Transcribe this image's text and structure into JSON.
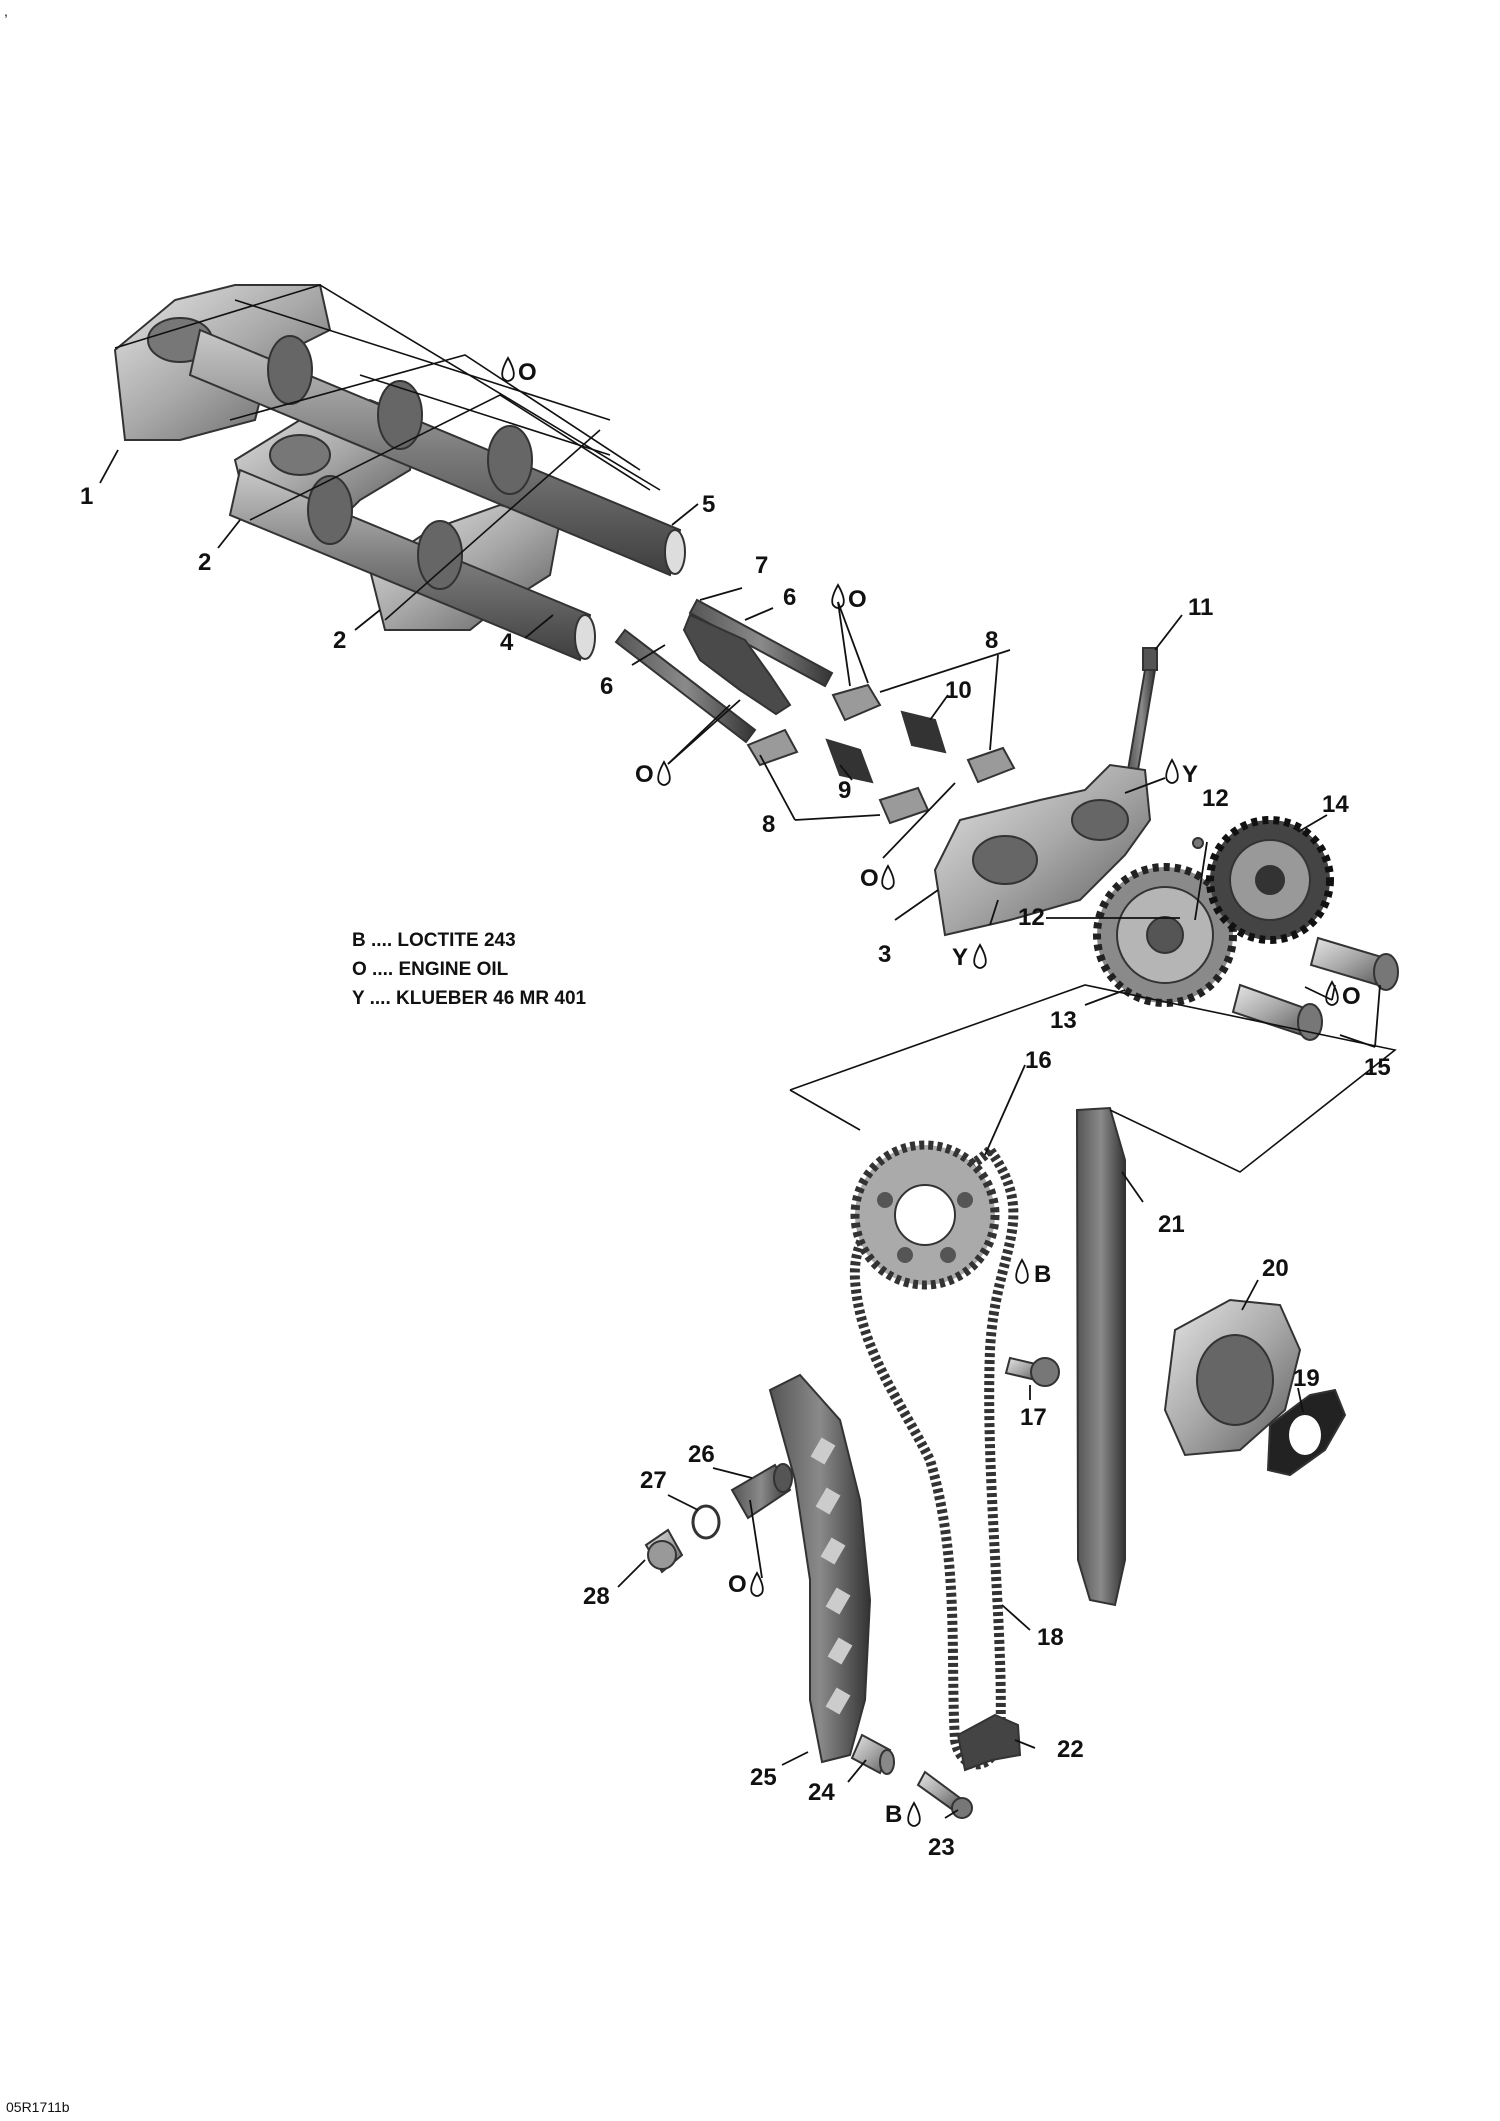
{
  "legend": [
    {
      "code": "B",
      "text": "LOCTITE 243"
    },
    {
      "code": "O",
      "text": "ENGINE OIL"
    },
    {
      "code": "Y",
      "text": "KLUEBER 46 MR 401"
    }
  ],
  "diagram_code": "05R1711b",
  "corner_mark": ",",
  "callouts": [
    {
      "id": "c1",
      "label": "1"
    },
    {
      "id": "c2a",
      "label": "2"
    },
    {
      "id": "c2b",
      "label": "2"
    },
    {
      "id": "c3",
      "label": "3"
    },
    {
      "id": "c4",
      "label": "4"
    },
    {
      "id": "c5",
      "label": "5"
    },
    {
      "id": "c6a",
      "label": "6"
    },
    {
      "id": "c6b",
      "label": "6"
    },
    {
      "id": "c7",
      "label": "7"
    },
    {
      "id": "c8a",
      "label": "8"
    },
    {
      "id": "c8b",
      "label": "8"
    },
    {
      "id": "c9",
      "label": "9"
    },
    {
      "id": "c10",
      "label": "10"
    },
    {
      "id": "c11",
      "label": "11"
    },
    {
      "id": "c12a",
      "label": "12"
    },
    {
      "id": "c12b",
      "label": "12"
    },
    {
      "id": "c13",
      "label": "13"
    },
    {
      "id": "c14",
      "label": "14"
    },
    {
      "id": "c15",
      "label": "15"
    },
    {
      "id": "c16",
      "label": "16"
    },
    {
      "id": "c17",
      "label": "17"
    },
    {
      "id": "c18",
      "label": "18"
    },
    {
      "id": "c19",
      "label": "19"
    },
    {
      "id": "c20",
      "label": "20"
    },
    {
      "id": "c21",
      "label": "21"
    },
    {
      "id": "c22",
      "label": "22"
    },
    {
      "id": "c23",
      "label": "23"
    },
    {
      "id": "c24",
      "label": "24"
    },
    {
      "id": "c25",
      "label": "25"
    },
    {
      "id": "c26",
      "label": "26"
    },
    {
      "id": "c27",
      "label": "27"
    },
    {
      "id": "c28",
      "label": "28"
    }
  ],
  "lube_marks": [
    {
      "id": "m1",
      "code": "O"
    },
    {
      "id": "m2",
      "code": "O"
    },
    {
      "id": "m3",
      "code": "O"
    },
    {
      "id": "m4",
      "code": "Y"
    },
    {
      "id": "m5",
      "code": "O"
    },
    {
      "id": "m6",
      "code": "Y"
    },
    {
      "id": "m7",
      "code": "O"
    },
    {
      "id": "m8",
      "code": "B"
    },
    {
      "id": "m9",
      "code": "O"
    },
    {
      "id": "m10",
      "code": "B"
    }
  ]
}
